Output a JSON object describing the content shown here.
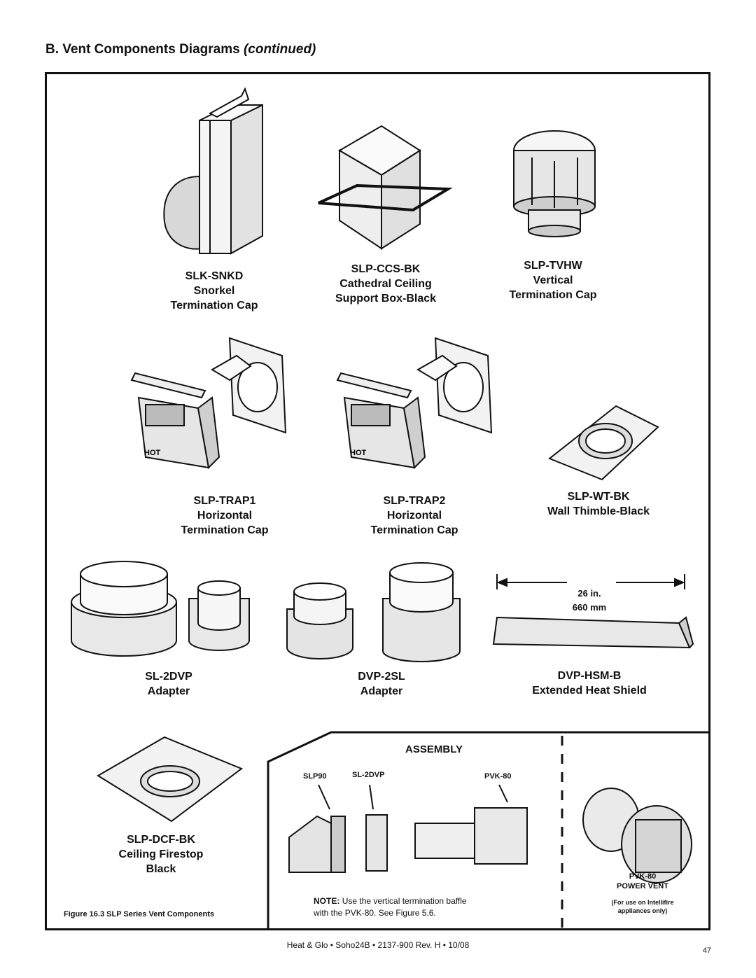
{
  "header": {
    "title": "B. Vent Components Diagrams",
    "title_suffix": "(continued)"
  },
  "components": {
    "snkd": {
      "code": "SLK-SNKD",
      "line1": "Snorkel",
      "line2": "Termination Cap"
    },
    "ccs": {
      "code": "SLP-CCS-BK",
      "line1": "Cathedral Ceiling",
      "line2": "Support Box-Black"
    },
    "tvhw": {
      "code": "SLP-TVHW",
      "line1": "Vertical",
      "line2": "Termination Cap"
    },
    "trap1": {
      "code": "SLP-TRAP1",
      "line1": "Horizontal",
      "line2": "Termination Cap"
    },
    "trap2": {
      "code": "SLP-TRAP2",
      "line1": "Horizontal",
      "line2": "Termination Cap"
    },
    "wt": {
      "code": "SLP-WT-BK",
      "line1": "Wall Thimble-Black"
    },
    "sl2dvp": {
      "code": "SL-2DVP",
      "line1": "Adapter"
    },
    "dvp2sl": {
      "code": "DVP-2SL",
      "line1": "Adapter"
    },
    "hsm": {
      "code": "DVP-HSM-B",
      "line1": "Extended Heat Shield",
      "dim1": "26 in.",
      "dim2": "660 mm"
    },
    "dcf": {
      "code": "SLP-DCF-BK",
      "line1": "Ceiling Firestop",
      "line2": "Black"
    }
  },
  "hot_label": "HOT",
  "assembly": {
    "title": "ASSEMBLY",
    "part1": "SLP90",
    "part2": "SL-2DVP",
    "part3": "PVK-80",
    "note_bold": "NOTE:",
    "note_text": "Use the vertical termination baffle",
    "note_text2": "with the PVK-80.   See Figure 5.6."
  },
  "power_vent": {
    "code": "PVK-80",
    "name": "POWER VENT",
    "note1": "(For use on Intellifire",
    "note2": "appliances only)"
  },
  "figure_caption": "Figure 16.3  SLP Series Vent Components",
  "footer": {
    "text": "Heat & Glo  •  Soho24B  •  2137-900 Rev. H  •  10/08",
    "page": "47"
  }
}
